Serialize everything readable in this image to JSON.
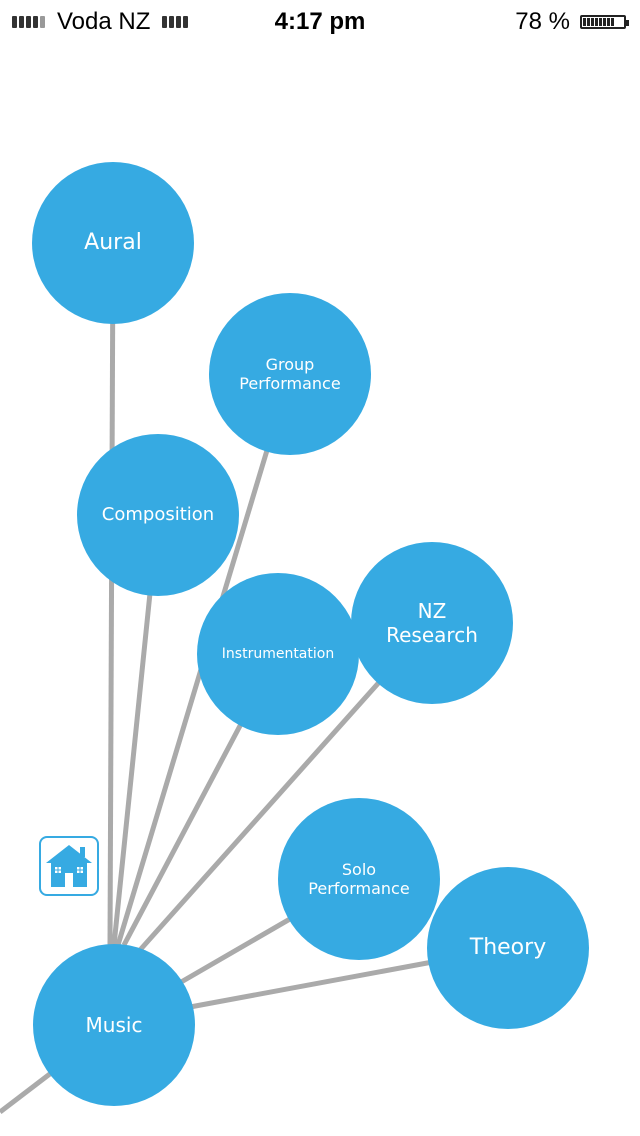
{
  "status_bar": {
    "carrier": "Voda NZ",
    "time": "4:17 pm",
    "battery": "78 %"
  },
  "colors": {
    "node_fill": "#36aae2",
    "link_line": "#aaaaaa",
    "label": "#ffffff"
  },
  "nodes": [
    {
      "id": "aural",
      "label": "Aural"
    },
    {
      "id": "group-performance",
      "label": "Group\nPerformance"
    },
    {
      "id": "composition",
      "label": "Composition"
    },
    {
      "id": "instrumentation",
      "label": "Instrumentation"
    },
    {
      "id": "nz-research",
      "label": "NZ\nResearch"
    },
    {
      "id": "solo-performance",
      "label": "Solo\nPerformance"
    },
    {
      "id": "theory",
      "label": "Theory"
    },
    {
      "id": "music",
      "label": "Music"
    }
  ],
  "links": [
    [
      "music",
      "aural"
    ],
    [
      "music",
      "group-performance"
    ],
    [
      "music",
      "composition"
    ],
    [
      "music",
      "instrumentation"
    ],
    [
      "music",
      "nz-research"
    ],
    [
      "music",
      "solo-performance"
    ],
    [
      "music",
      "theory"
    ]
  ],
  "home_button": {
    "icon": "home-icon"
  }
}
